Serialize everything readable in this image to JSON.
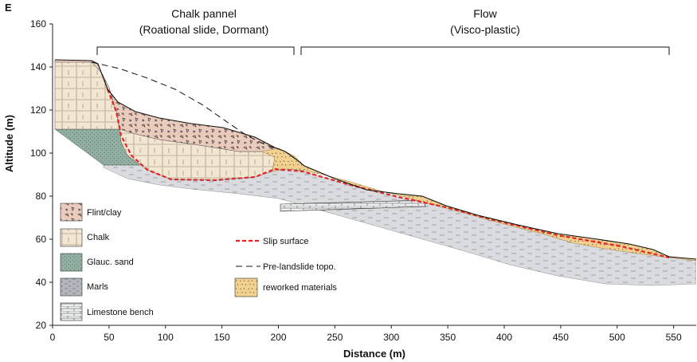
{
  "panel_label": "E",
  "sections": [
    {
      "title": "Chalk pannel",
      "subtitle": "(Roational slide, Dormant)"
    },
    {
      "title": "Flow",
      "subtitle": "(Visco-plastic)"
    }
  ],
  "axes": {
    "xlabel": "Distance (m)",
    "ylabel": "Altitude (m)",
    "xlim": [
      0,
      570
    ],
    "ylim": [
      20,
      160
    ],
    "xticks": [
      "0",
      "50",
      "100",
      "150",
      "200",
      "250",
      "300",
      "350",
      "400",
      "450",
      "500",
      "550"
    ],
    "yticks": [
      "20",
      "40",
      "60",
      "80",
      "100",
      "120",
      "140",
      "160"
    ]
  },
  "legend_units": [
    {
      "label": "Flint/clay",
      "color": "#e8c9b7"
    },
    {
      "label": "Chalk",
      "color": "#f3e6cf"
    },
    {
      "label": "Glauc. sand",
      "color": "#8fae9f"
    },
    {
      "label": "Marls",
      "color": "#b5b7bd"
    },
    {
      "label": "Limestone bench",
      "color": "#dfe1e3"
    }
  ],
  "legend_lines": [
    {
      "label": "Slip surface",
      "color": "#e3262b"
    },
    {
      "label": "Pre-landslide topo.",
      "color": "#111111"
    },
    {
      "label": "reworked materials",
      "color": "#f1cf8d"
    }
  ]
}
